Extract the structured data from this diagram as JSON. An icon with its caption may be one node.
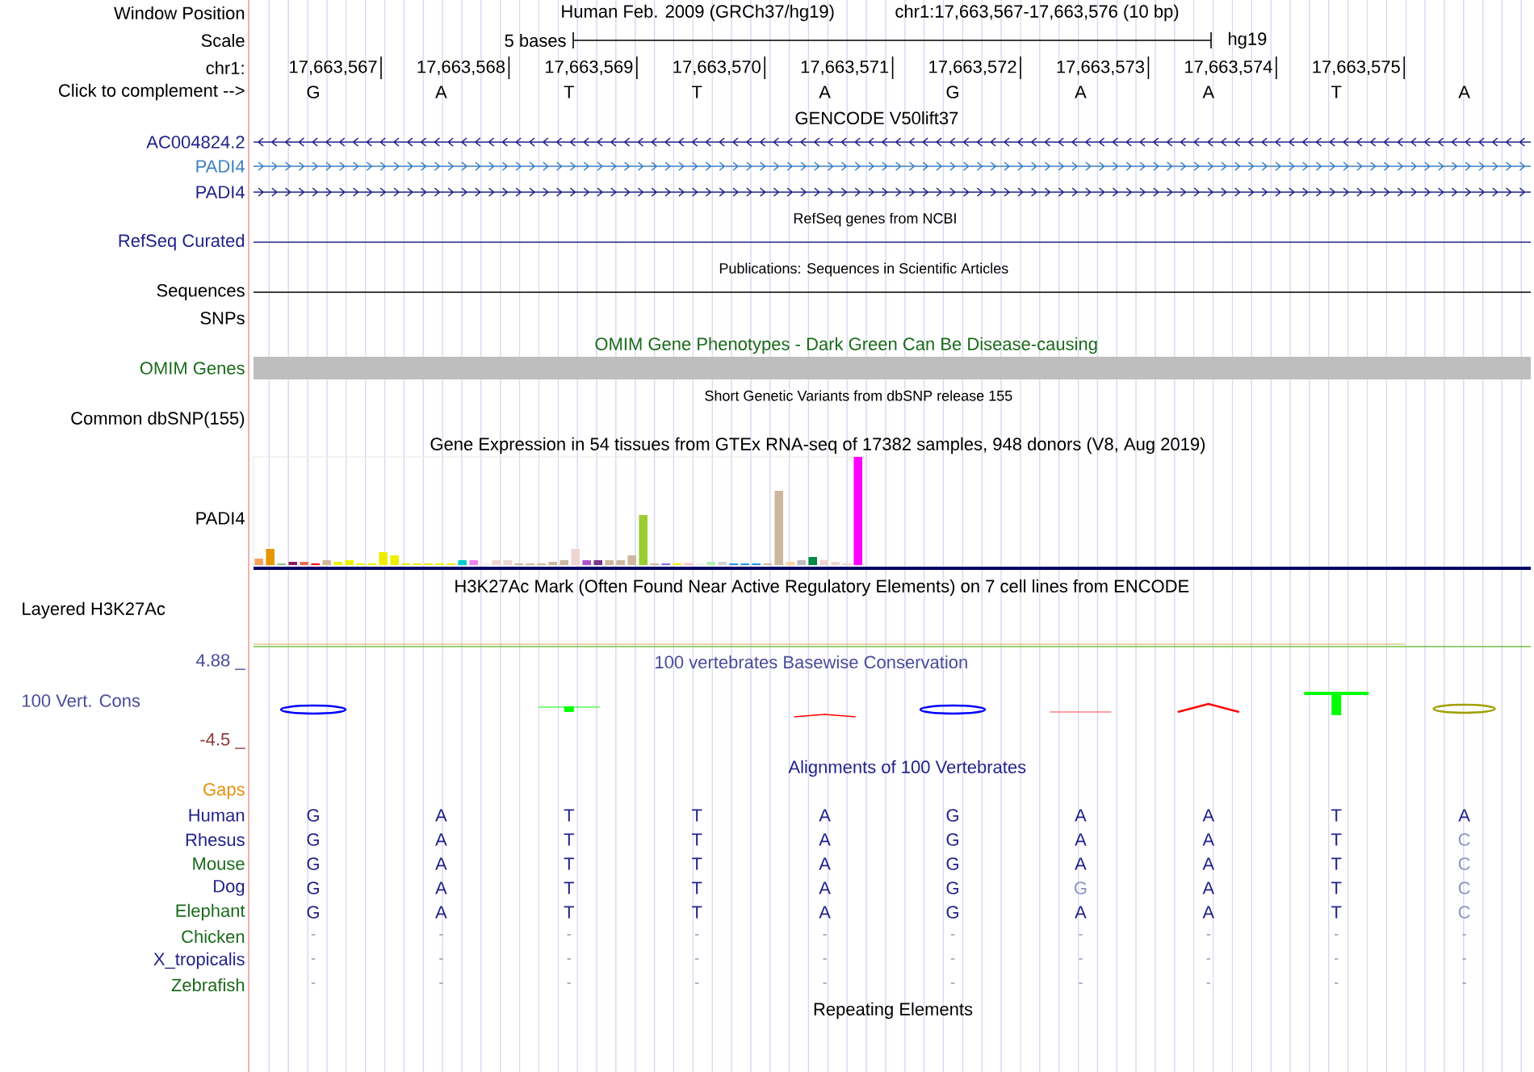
{
  "diagram": {
    "labels": [
      "Window Position",
      "Human Feb. 2009 (GRCh37/hg19)",
      "chr1:17,663,567-17,663,576 (10 bp)",
      "Scale",
      "5 bases",
      "hg19",
      "chr1:",
      "17,663,567",
      "17,663,568",
      "17,663,569",
      "17,663,570",
      "17,663,571",
      "17,663,572",
      "17,663,573",
      "17,663,574",
      "17,663,575",
      "Click to complement -->",
      "G",
      "A",
      "T",
      "T",
      "A",
      "G",
      "A",
      "A",
      "T",
      "A",
      "GENCODE V50lift37",
      "AC004824.2",
      "PADI4",
      "PADI4",
      "RefSeq genes from NCBI",
      "RefSeq Curated",
      "Publications: Sequences in Scientific Articles",
      "Sequences",
      "SNPs",
      "OMIM Gene Phenotypes - Dark Green Can Be Disease-causing",
      "OMIM Genes",
      "Short Genetic Variants from dbSNP release 155",
      "Common dbSNP(155)",
      "Gene Expression in 54 tissues from GTEx RNA-seq of 17382 samples, 948 donors (V8, Aug 2019)",
      "PADI4",
      "H3K27Ac Mark (Often Found Near Active Regulatory Elements) on 7 cell lines from ENCODE",
      "Layered H3K27Ac",
      "4.88 _",
      "100 vertebrates Basewise Conservation",
      "100 Vert. Cons",
      "-4.5 _",
      "Alignments of 100 Vertebrates",
      "Gaps",
      "Human",
      "G",
      "A",
      "T",
      "T",
      "A",
      "G",
      "A",
      "A",
      "T",
      "A",
      "Rhesus",
      "G",
      "A",
      "T",
      "T",
      "A",
      "G",
      "A",
      "A",
      "T",
      "C",
      "Mouse",
      "G",
      "A",
      "T",
      "T",
      "A",
      "G",
      "A",
      "A",
      "T",
      "C",
      "Dog",
      "G",
      "A",
      "T",
      "T",
      "A",
      "G",
      "G",
      "A",
      "T",
      "C",
      "Elephant",
      "G",
      "A",
      "T",
      "T",
      "A",
      "G",
      "A",
      "A",
      "T",
      "C",
      "Chicken",
      "-",
      "-",
      "-",
      "-",
      "-",
      "-",
      "-",
      "-",
      "-",
      "-",
      "X_tropicalis",
      "-",
      "-",
      "-",
      "-",
      "-",
      "-",
      "-",
      "-",
      "-",
      "-",
      "Zebrafish",
      "-",
      "-",
      "-",
      "-",
      "-",
      "-",
      "-",
      "-",
      "-",
      "-",
      "Repeating Elements"
    ]
  }
}
